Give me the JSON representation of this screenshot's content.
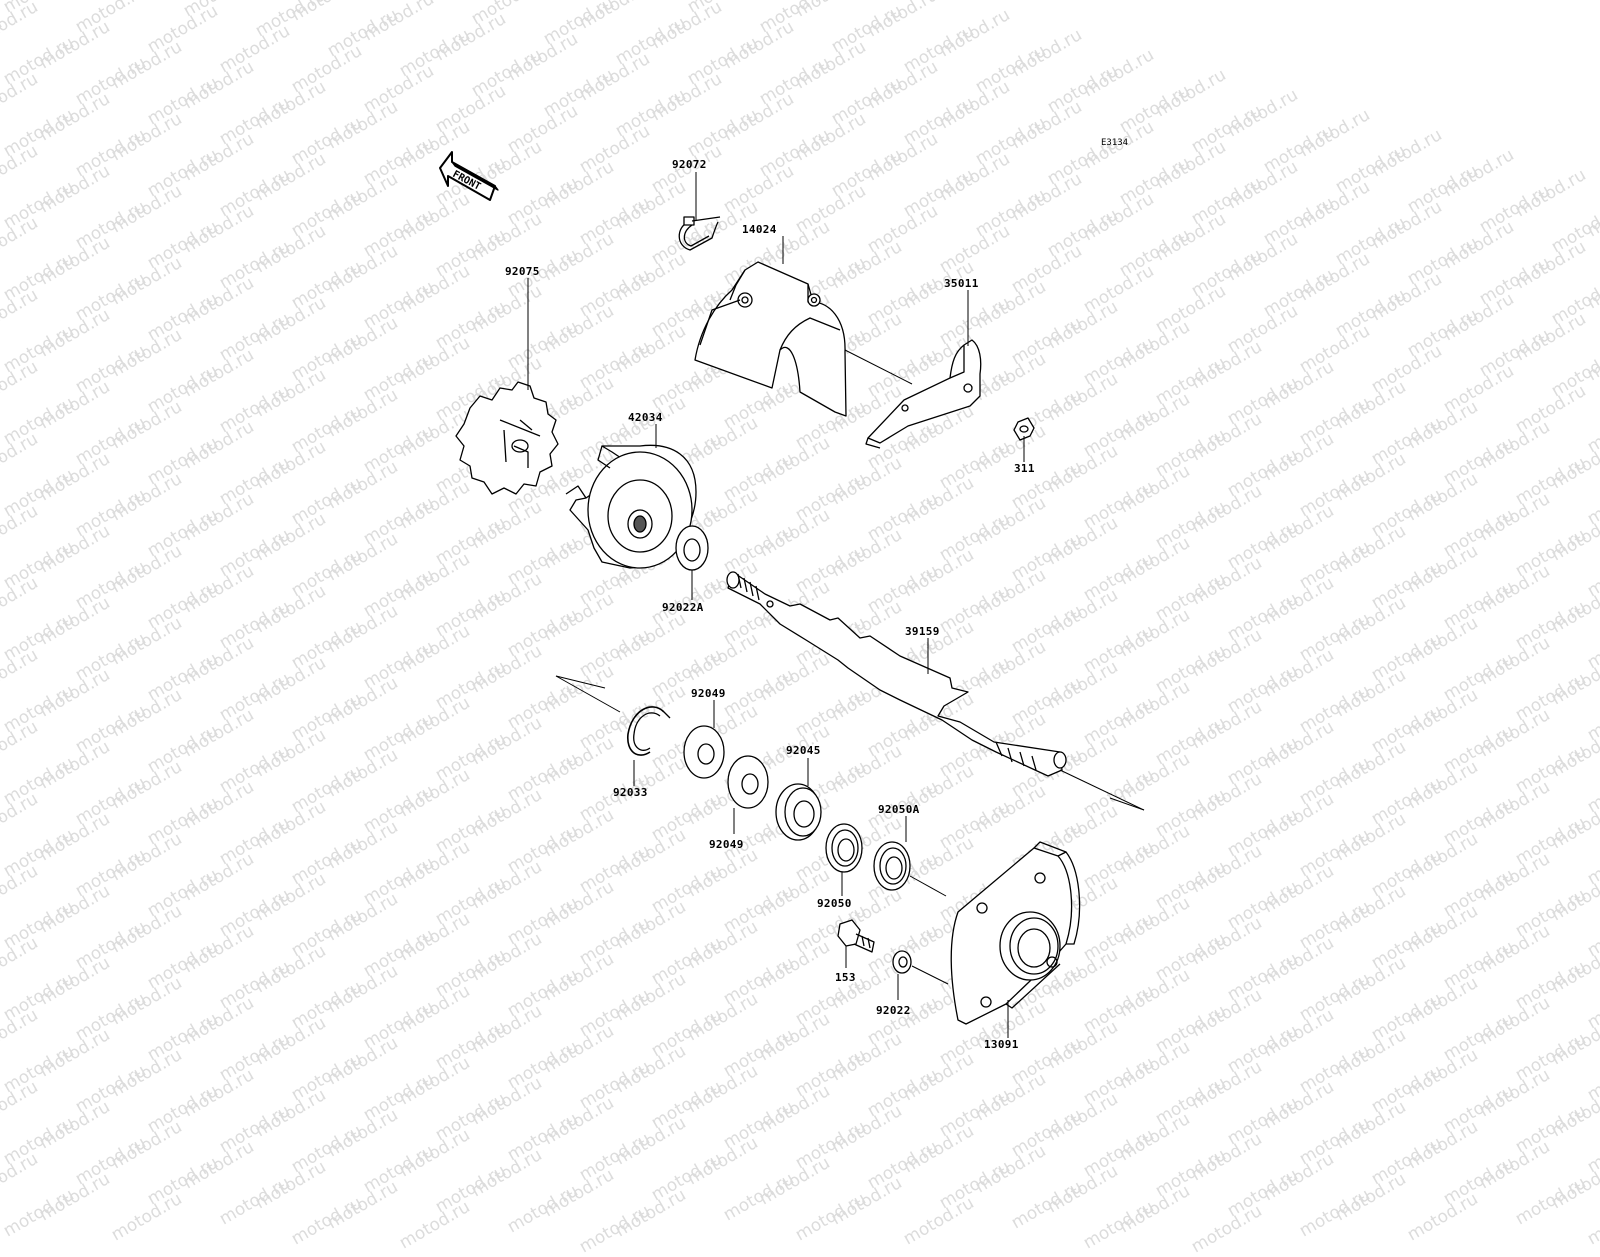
{
  "watermark": "motod.ru",
  "diagram_code": "E3134",
  "front_label": "FRONT",
  "parts": [
    {
      "id": "92072",
      "label": "92072"
    },
    {
      "id": "14024",
      "label": "14024"
    },
    {
      "id": "35011",
      "label": "35011"
    },
    {
      "id": "92075",
      "label": "92075"
    },
    {
      "id": "42034",
      "label": "42034"
    },
    {
      "id": "311",
      "label": "311"
    },
    {
      "id": "92022A",
      "label": "92022A"
    },
    {
      "id": "39159",
      "label": "39159"
    },
    {
      "id": "92049a",
      "label": "92049"
    },
    {
      "id": "92033",
      "label": "92033"
    },
    {
      "id": "92049b",
      "label": "92049"
    },
    {
      "id": "92045",
      "label": "92045"
    },
    {
      "id": "92050A",
      "label": "92050A"
    },
    {
      "id": "92050",
      "label": "92050"
    },
    {
      "id": "153",
      "label": "153"
    },
    {
      "id": "92022",
      "label": "92022"
    },
    {
      "id": "13091",
      "label": "13091"
    }
  ]
}
